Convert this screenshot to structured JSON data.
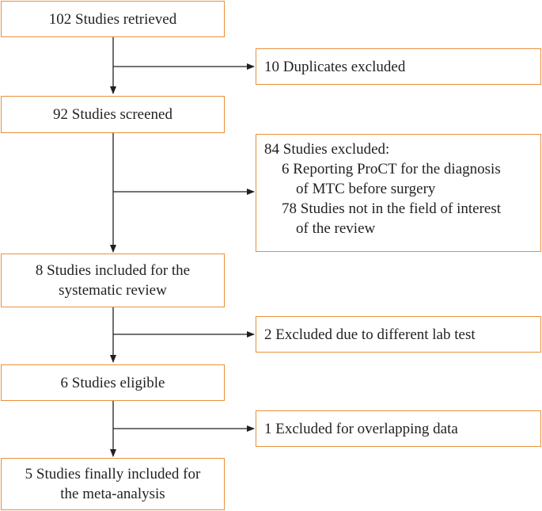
{
  "flow": {
    "retrieved": "102 Studies retrieved",
    "duplicates": "10 Duplicates excluded",
    "screened": "92 Studies screened",
    "excluded_title": "84 Studies excluded:",
    "excluded_reason1_l1": "6 Reporting ProCT for the diagnosis",
    "excluded_reason1_l2": "of MTC before surgery",
    "excluded_reason2_l1": "78 Studies not in the field of interest",
    "excluded_reason2_l2": "of the review",
    "included_l1": "8 Studies included for the",
    "included_l2": "systematic review",
    "lab_excluded": "2 Excluded due to different lab test",
    "eligible": "6 Studies eligible",
    "overlap_excluded": "1 Excluded for overlapping data",
    "final_l1": "5 Studies finally included for",
    "final_l2": "the meta-analysis"
  },
  "colors": {
    "box_border": "#e8913a",
    "arrow": "#231f20",
    "text": "#231f20"
  }
}
